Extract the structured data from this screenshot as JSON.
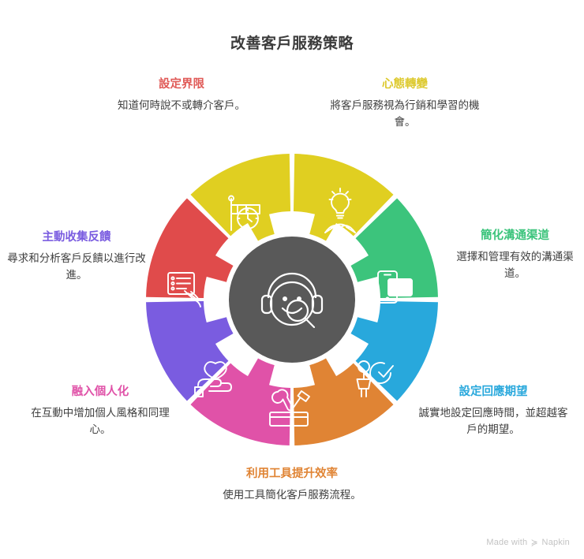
{
  "page": {
    "title": "改善客戶服務策略",
    "title_color": "#3b3b3b",
    "background": "#ffffff"
  },
  "hub": {
    "icon": "customer-support-headset-magnifier-icon",
    "color": "#595959"
  },
  "footer": {
    "made_with": "Made with",
    "brand": "Napkin",
    "mark": "≽"
  },
  "wheel": {
    "segment_count": 8,
    "segments": [
      {
        "id": "seg-mindset",
        "color": "#e0cf21",
        "icon": "lightbulb-person-idea-icon",
        "angle_start": -90,
        "angle_end": -45
      },
      {
        "id": "seg-channels",
        "color": "#3cc47c",
        "icon": "phone-envelope-message-icon",
        "angle_start": -45,
        "angle_end": 0
      },
      {
        "id": "seg-expectations",
        "color": "#28a8dc",
        "icon": "person-check-clock-icon",
        "angle_start": 0,
        "angle_end": 45
      },
      {
        "id": "seg-tools",
        "color": "#e08434",
        "icon": "toolbox-wrench-hammer-icon",
        "angle_start": 45,
        "angle_end": 90
      },
      {
        "id": "seg-personalization",
        "color": "#e052a8",
        "icon": "hand-heart-care-icon",
        "angle_start": 90,
        "angle_end": 135
      },
      {
        "id": "seg-feedback",
        "color": "#7a5ce0",
        "icon": "clipboard-pen-survey-icon",
        "angle_start": 135,
        "angle_end": 180
      },
      {
        "id": "seg-boundaries",
        "color": "#e04b4b",
        "icon": "clock-sign-time-limit-icon",
        "angle_start": 180,
        "angle_end": 225
      },
      {
        "id": "seg-blank",
        "color": "#e0cf21",
        "icon": "none",
        "angle_start": 225,
        "angle_end": 270
      }
    ]
  },
  "callouts": [
    {
      "id": "boundaries",
      "title": "設定界限",
      "description": "知道何時說不或轉介客戶。",
      "color": "#e05a57"
    },
    {
      "id": "mindset",
      "title": "心態轉變",
      "description": "將客戶服務視為行銷和學習的機會。",
      "color": "#ddc92d"
    },
    {
      "id": "channels",
      "title": "簡化溝通渠道",
      "description": "選擇和管理有效的溝通渠道。",
      "color": "#3cc47c"
    },
    {
      "id": "expectations",
      "title": "設定回應期望",
      "description": "誠實地設定回應時間，並超越客戶的期望。",
      "color": "#28a8dc"
    },
    {
      "id": "tools",
      "title": "利用工具提升效率",
      "description": "使用工具簡化客戶服務流程。",
      "color": "#e08434"
    },
    {
      "id": "personalization",
      "title": "融入個人化",
      "description": "在互動中增加個人風格和同理心。",
      "color": "#e052a8"
    },
    {
      "id": "feedback",
      "title": "主動收集反饋",
      "description": "尋求和分析客戶反饋以進行改進。",
      "color": "#7a5ce0"
    }
  ]
}
